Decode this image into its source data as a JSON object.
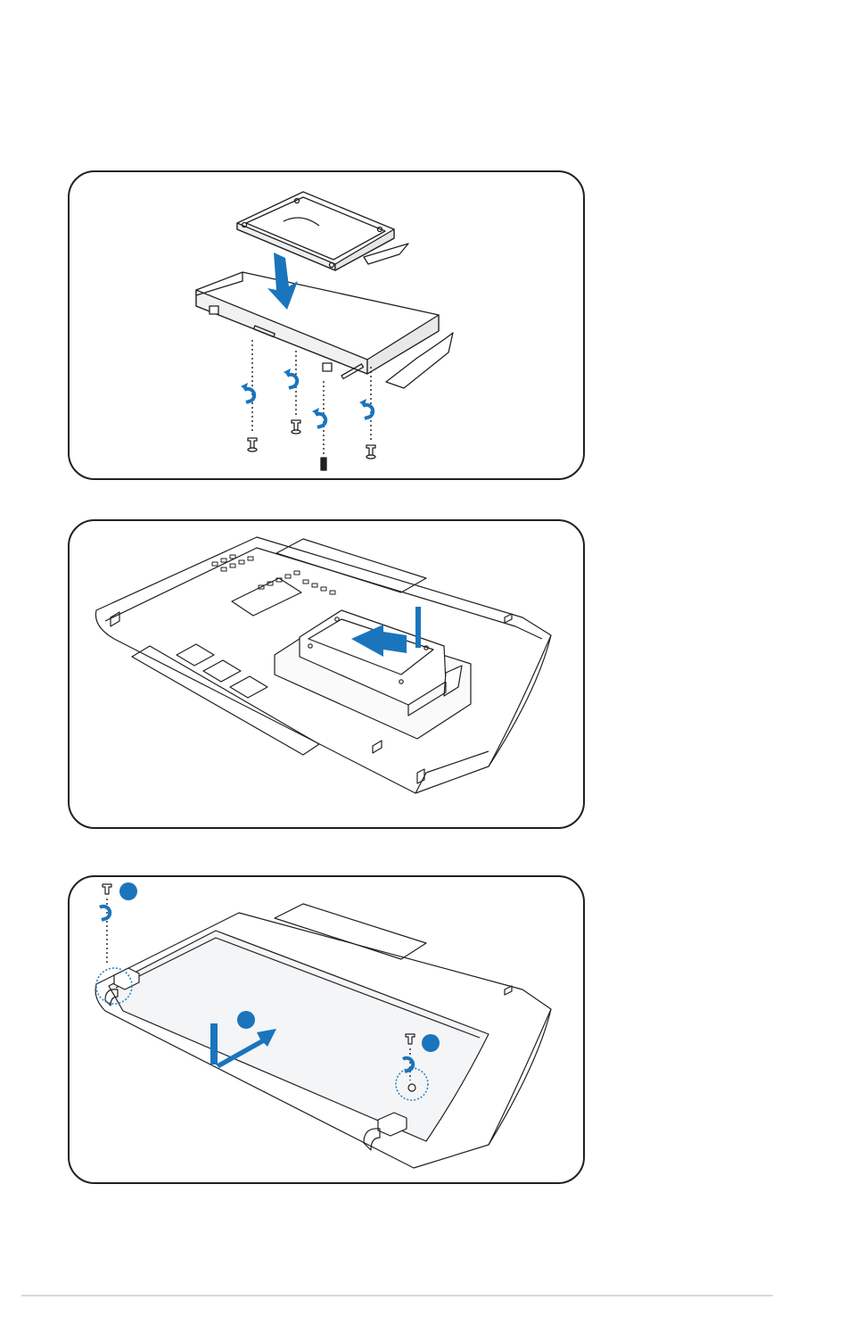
{
  "colors": {
    "line": "#231f20",
    "accent_blue": "#1a75bc",
    "callout_blue": "#2a84c6",
    "panel_fill": "#f4f5f6",
    "footer_rule": "#d9d9d9"
  },
  "figures": [
    {
      "id": "hdd-into-bracket",
      "icons": [
        "hard-drive-icon",
        "bracket-icon",
        "down-arrow-icon",
        "screw-icon",
        "rotate-arrow-icon"
      ]
    },
    {
      "id": "hdd-into-bay",
      "icons": [
        "laptop-underside-icon",
        "hard-drive-icon",
        "slide-arrow-icon"
      ]
    },
    {
      "id": "cover-and-screws",
      "icons": [
        "laptop-underside-icon",
        "bay-cover-icon",
        "screw-icon",
        "rotate-arrow-icon",
        "step-marker-icon",
        "insert-arrow-icon"
      ]
    }
  ]
}
